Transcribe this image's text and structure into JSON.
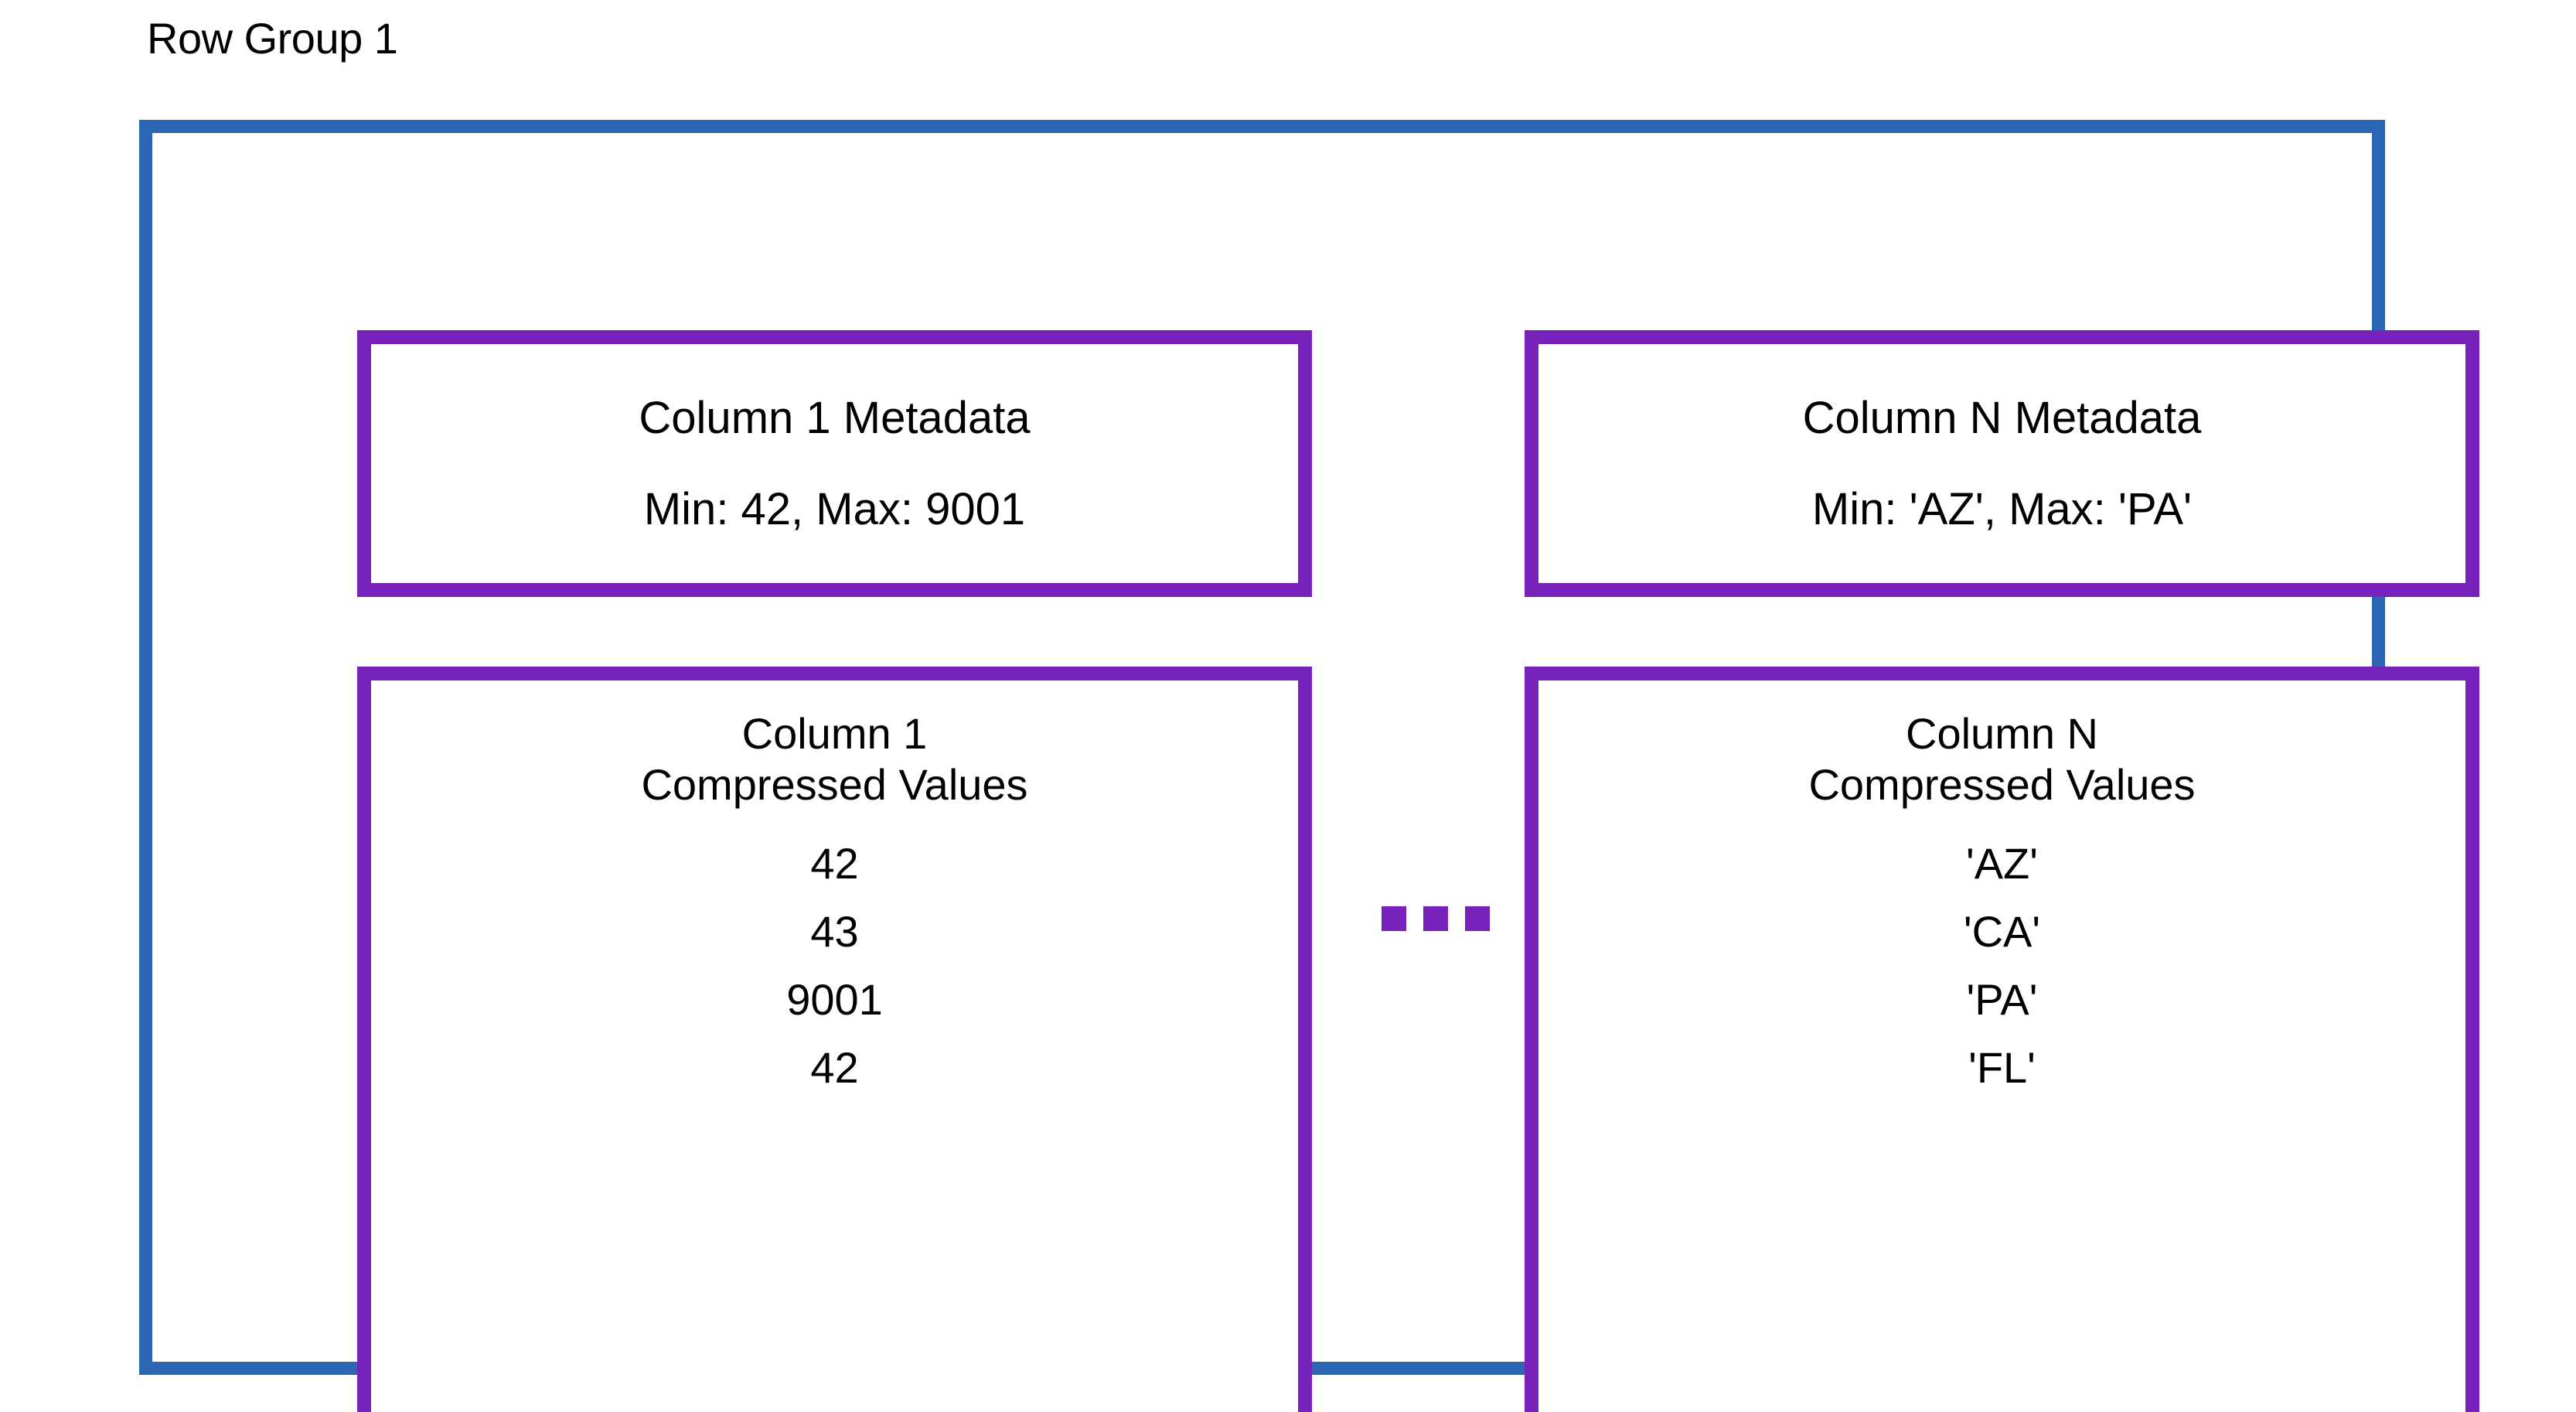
{
  "diagram": {
    "title": "Row Group 1",
    "colors": {
      "outer_border": "#2d66b5",
      "inner_border": "#7722bb",
      "background": "#ffffff",
      "text": "#000000"
    },
    "ellipsis_label": "...",
    "columns": [
      {
        "metadata": {
          "title": "Column 1 Metadata",
          "stats": "Min: 42, Max: 9001"
        },
        "values": {
          "header_line1": "Column 1",
          "header_line2": "Compressed Values",
          "items": [
            "42",
            "43",
            "9001",
            "42"
          ]
        }
      },
      {
        "metadata": {
          "title": "Column N Metadata",
          "stats": "Min: 'AZ', Max: 'PA'"
        },
        "values": {
          "header_line1": "Column N",
          "header_line2": "Compressed Values",
          "items": [
            "'AZ'",
            "'CA'",
            "'PA'",
            "'FL'"
          ]
        }
      }
    ]
  }
}
